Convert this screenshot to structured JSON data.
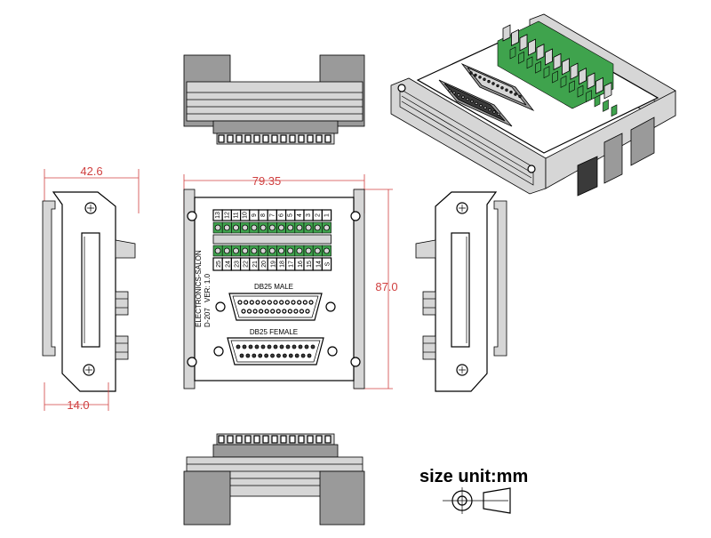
{
  "dimensions": {
    "side_width": "42.6",
    "side_base": "14.0",
    "front_width": "79.35",
    "front_height": "87.0"
  },
  "board": {
    "company": "ELECTRONICS-SALON",
    "version": "VER: 1.0",
    "model": "D-207",
    "male_connector": "DB25 MALE",
    "female_connector": "DB25 FEMALE",
    "top_row_numbers": [
      "13",
      "12",
      "11",
      "10",
      "9",
      "8",
      "7",
      "6",
      "5",
      "4",
      "3",
      "2",
      "1"
    ],
    "bottom_row_numbers": [
      "25",
      "24",
      "23",
      "22",
      "21",
      "20",
      "19",
      "18",
      "17",
      "16",
      "15",
      "14",
      "S"
    ]
  },
  "legend": {
    "unit_label": "size unit:mm",
    "projection_symbol": "third-angle-projection-icon"
  },
  "colors": {
    "dimension": "#d04040",
    "terminal": "#3fa34d",
    "rail": "#9a9a9a"
  }
}
